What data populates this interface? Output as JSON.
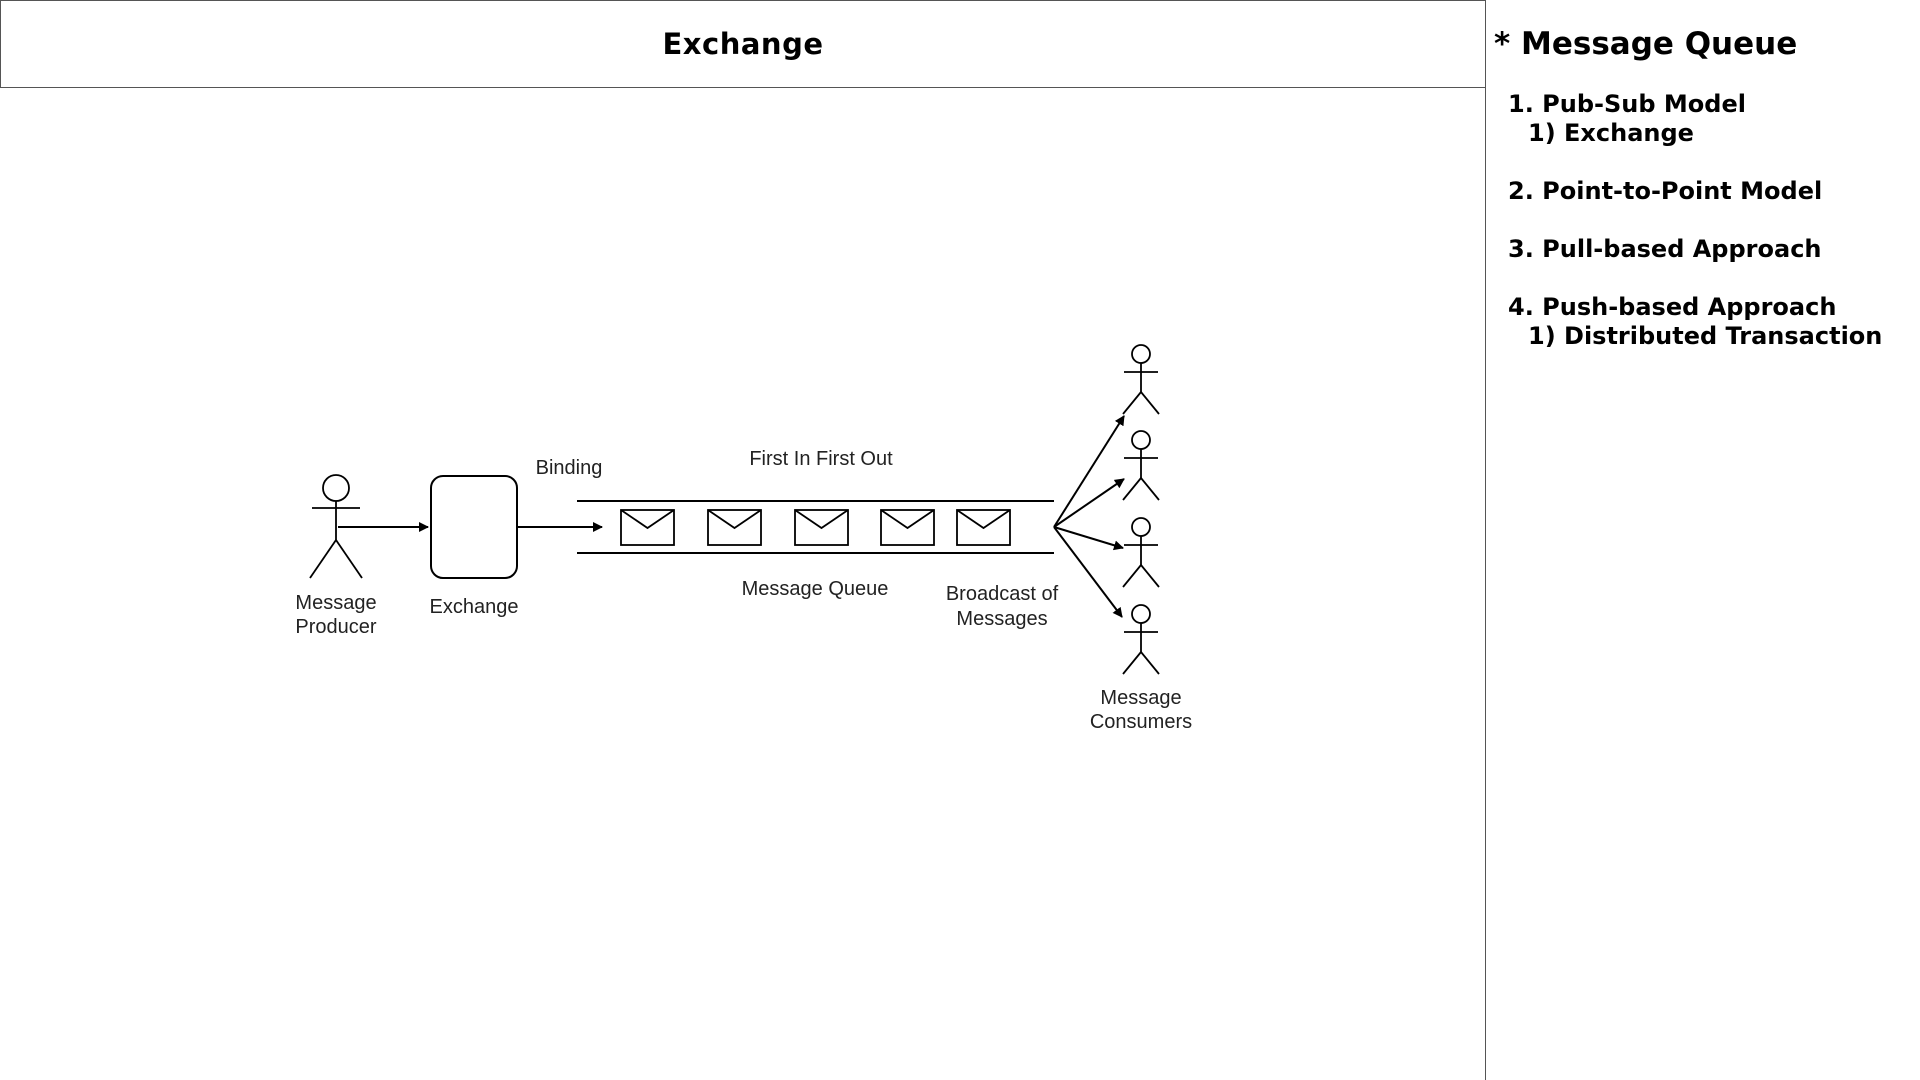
{
  "header": {
    "title": "Exchange"
  },
  "sidebar": {
    "title": "* Message Queue",
    "items": [
      {
        "label": "1.  Pub-Sub Model",
        "sub": "1) Exchange"
      },
      {
        "label": "2. Point-to-Point Model",
        "sub": ""
      },
      {
        "label": "3. Pull-based Approach",
        "sub": ""
      },
      {
        "label": "4. Push-based Approach",
        "sub": "1) Distributed Transaction"
      }
    ]
  },
  "diagram": {
    "producer_label_line1": "Message",
    "producer_label_line2": "Producer",
    "exchange_label": "Exchange",
    "binding_label": "Binding",
    "fifo_label": "First In First Out",
    "queue_label": "Message Queue",
    "broadcast_line1": "Broadcast of",
    "broadcast_line2": "Messages",
    "consumers_line1": "Message",
    "consumers_line2": "Consumers",
    "message_count": 5,
    "consumer_count": 4
  }
}
